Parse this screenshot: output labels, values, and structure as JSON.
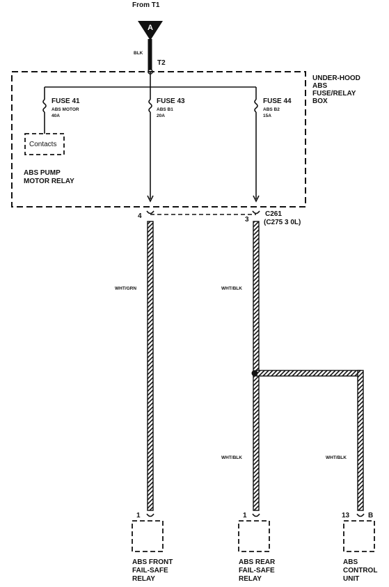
{
  "source": {
    "from": "From T1",
    "connector_letter": "A",
    "wire": "BLK",
    "terminal": "T2"
  },
  "box": {
    "line1": "UNDER-HOOD",
    "line2": "ABS",
    "line3": "FUSE/RELAY",
    "line4": "BOX"
  },
  "fuses": [
    {
      "name": "FUSE 41",
      "circuit": "ABS MOTOR",
      "rating": "40A"
    },
    {
      "name": "FUSE 43",
      "circuit": "ABS B1",
      "rating": "20A"
    },
    {
      "name": "FUSE 44",
      "circuit": "ABS B2",
      "rating": "15A"
    }
  ],
  "relay": {
    "contacts": "Contacts",
    "name_line1": "ABS PUMP",
    "name_line2": "MOTOR RELAY"
  },
  "connector": {
    "name": "C261",
    "alt": "(C275 3 0L)",
    "pin_left": "4",
    "pin_right": "3"
  },
  "wires": {
    "left": "WHT/GRN",
    "right": "WHT/BLK",
    "branch_left": "WHT/BLK",
    "branch_right": "WHT/BLK"
  },
  "components": [
    {
      "pin": "1",
      "line1": "ABS FRONT",
      "line2": "FAIL-SAFE",
      "line3": "RELAY"
    },
    {
      "pin": "1",
      "line1": "ABS REAR",
      "line2": "FAIL-SAFE",
      "line3": "RELAY"
    },
    {
      "pin": "13",
      "pin2": "B",
      "line1": "ABS",
      "line2": "CONTROL",
      "line3": "UNIT"
    }
  ]
}
